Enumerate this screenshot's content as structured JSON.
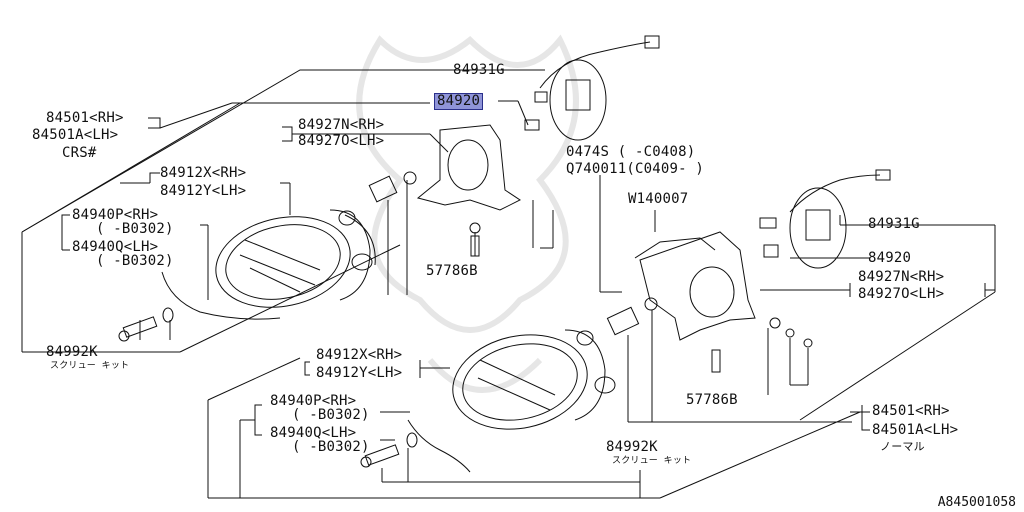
{
  "highlight_color": "#8f94d8",
  "labels": {
    "top_84931g": "84931G",
    "top_84920": "84920",
    "top_84927n": "84927N<RH>",
    "top_84927o": "84927O<LH>",
    "top_84501": "84501<RH>",
    "top_84501a": "84501A<LH>",
    "top_crs": "CRS#",
    "top_84912x": "84912X<RH>",
    "top_84912y": "84912Y<LH>",
    "top_84940p": "84940P<RH>",
    "top_84940p_range": "( -B0302)",
    "top_84940q": "84940Q<LH>",
    "top_84940q_range": "( -B0302)",
    "top_57786b": "57786B",
    "top_84992k": "84992K",
    "top_84992k_sub": "スクリュー キット",
    "mid_0474s": "0474S ( -C0408)",
    "mid_q740011": "Q740011(C0409- )",
    "mid_w140007": "W140007",
    "right_84931g": "84931G",
    "right_84920": "84920",
    "right_84927n": "84927N<RH>",
    "right_84927o": "84927O<LH>",
    "bot_84912x": "84912X<RH>",
    "bot_84912y": "84912Y<LH>",
    "bot_84940p": "84940P<RH>",
    "bot_84940p_range": "( -B0302)",
    "bot_84940q": "84940Q<LH>",
    "bot_84940q_range": "( -B0302)",
    "bot_57786b": "57786B",
    "bot_84992k": "84992K",
    "bot_84992k_sub": "スクリュー キット",
    "bot_84501": "84501<RH>",
    "bot_84501a": "84501A<LH>",
    "bot_normal": "ノーマル",
    "ref_code": "A845001058"
  }
}
